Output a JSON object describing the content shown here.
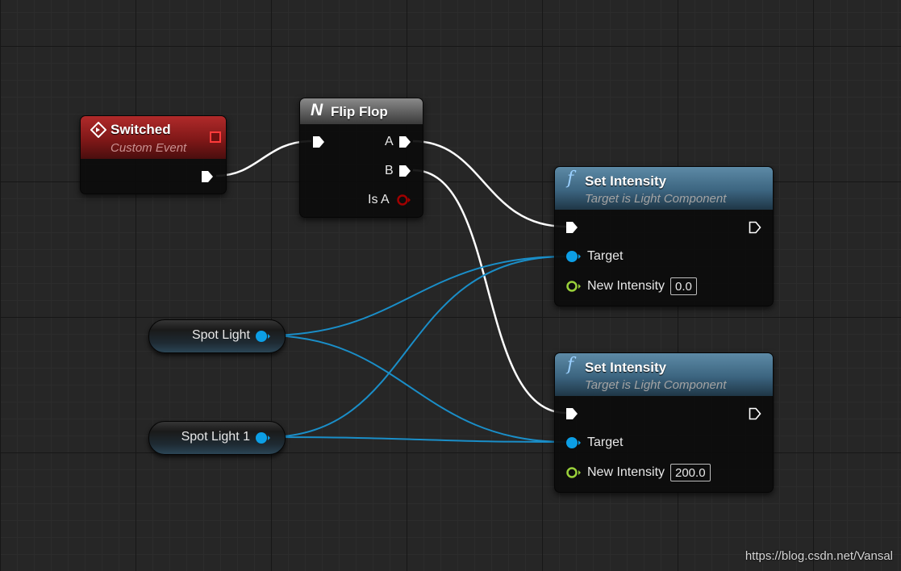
{
  "event_node": {
    "title": "Switched",
    "subtitle": "Custom Event"
  },
  "flipflop_node": {
    "title": "Flip Flop",
    "pins": {
      "a": "A",
      "b": "B",
      "is_a": "Is A"
    }
  },
  "set_intensity_1": {
    "title": "Set Intensity",
    "subtitle": "Target is Light Component",
    "target_label": "Target",
    "new_intensity_label": "New Intensity",
    "new_intensity_value": "0.0"
  },
  "set_intensity_2": {
    "title": "Set Intensity",
    "subtitle": "Target is Light Component",
    "target_label": "Target",
    "new_intensity_label": "New Intensity",
    "new_intensity_value": "200.0"
  },
  "var_spot_light": {
    "label": "Spot Light"
  },
  "var_spot_light_1": {
    "label": "Spot Light 1"
  },
  "watermark": "https://blog.csdn.net/Vansal",
  "colors": {
    "exec_wire": "#ffffff",
    "object_pin": "#0c9fe6",
    "object_wire": "#1a8ec8",
    "float_pin": "#9ad13a",
    "bool_pin": "#a00000",
    "event_header": "#8c1c1c",
    "function_header": "#3f6b85",
    "macro_header": "#707070"
  }
}
